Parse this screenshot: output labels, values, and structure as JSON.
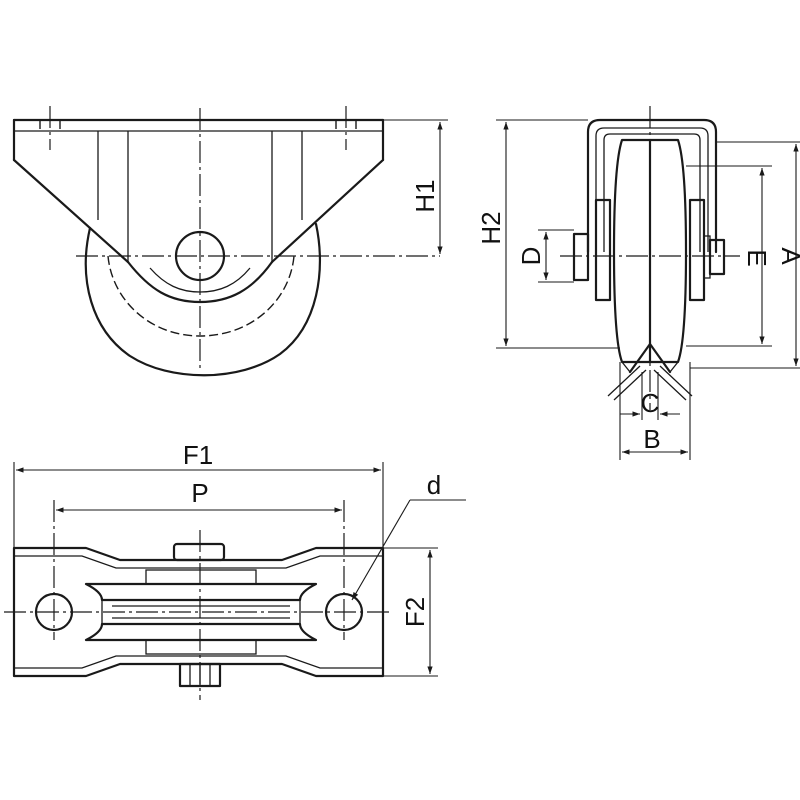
{
  "labels": {
    "h1": "H1",
    "h2": "H2",
    "d_upper": "D",
    "e": "E",
    "a": "A",
    "c": "C",
    "b": "B",
    "f1": "F1",
    "p": "P",
    "d_lower": "d",
    "f2": "F2"
  }
}
